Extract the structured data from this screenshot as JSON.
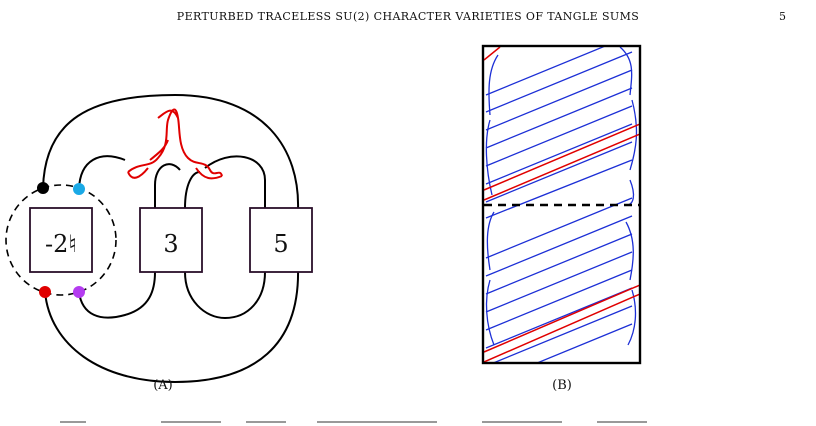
{
  "header": {
    "running_title": "PERTURBED TRACELESS SU(2) CHARACTER VARIETIES OF TANGLE SUMS",
    "page_number": "5"
  },
  "figure": {
    "panel_a": {
      "caption": "(A)",
      "boxes": [
        "-2♮",
        "3",
        "5"
      ],
      "colors": {
        "strand": "#000000",
        "perturbation": "#e00000",
        "box_border": "#2a0f2a",
        "dot_black": "#000000",
        "dot_cyan": "#1aa9e6",
        "dot_red": "#e00000",
        "dot_purple": "#b43cf0"
      }
    },
    "panel_b": {
      "caption": "(B)",
      "colors": {
        "curve_blue": "#1c2fd6",
        "curve_red": "#e00000",
        "frame": "#000000"
      }
    }
  }
}
